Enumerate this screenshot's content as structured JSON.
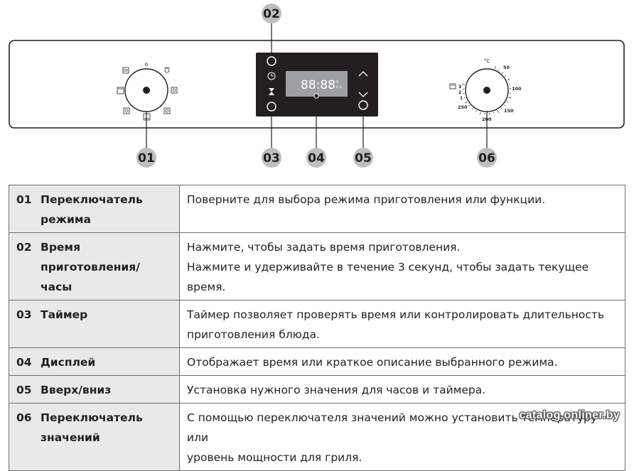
{
  "callouts": [
    "02",
    "01",
    "03",
    "04",
    "05",
    "06"
  ],
  "display": {
    "digits": "88:88",
    "small_top": "0",
    "small_bottom": "0.1"
  },
  "temperature_dial": {
    "unit": "°C",
    "labels": [
      "50",
      "100",
      "150",
      "200",
      "250"
    ],
    "grill_levels": [
      "3",
      "2",
      "1"
    ]
  },
  "mode_dial": {
    "top_label": "o"
  },
  "rows": [
    {
      "num": "01",
      "name": [
        "Переключатель",
        "режима"
      ],
      "desc": [
        "Поверните для выбора режима приготовления или функции."
      ]
    },
    {
      "num": "02",
      "name": [
        "Время",
        "приготовления/часы"
      ],
      "desc": [
        "Нажмите, чтобы задать время приготовления.",
        "Нажмите и удерживайте в течение 3 секунд, чтобы задать текущее время."
      ]
    },
    {
      "num": "03",
      "name": [
        "Таймер"
      ],
      "desc": [
        "Таймер позволяет проверять время или контролировать длительность",
        "приготовления блюда."
      ]
    },
    {
      "num": "04",
      "name": [
        "Дисплей"
      ],
      "desc": [
        "Отображает время или краткое описание выбранного режима."
      ]
    },
    {
      "num": "05",
      "name": [
        "Вверх/вниз"
      ],
      "desc": [
        "Установка нужного значения для часов и таймера."
      ]
    },
    {
      "num": "06",
      "name": [
        "Переключатель",
        "значений"
      ],
      "desc": [
        "С помощью переключателя значений можно установить температуру или",
        "уровень мощности для гриля."
      ]
    }
  ],
  "watermark": "catalog.onliner.by"
}
